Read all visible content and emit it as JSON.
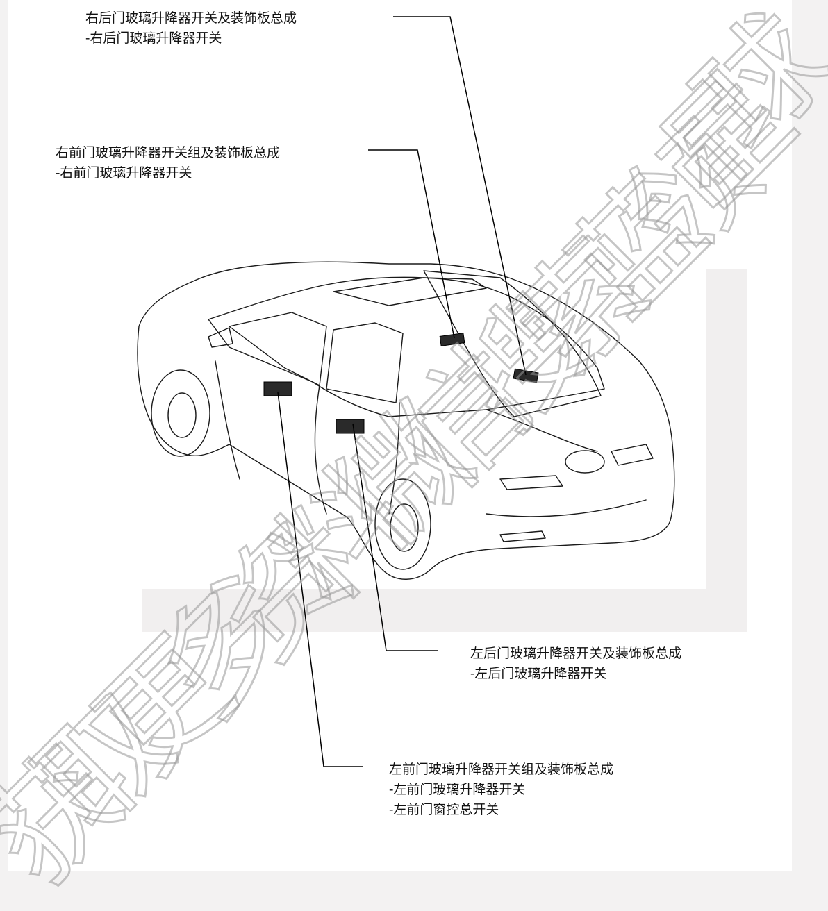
{
  "callouts": {
    "rr": {
      "title": "右后门玻璃升降器开关及装饰板总成",
      "items": [
        "-右后门玻璃升降器开关"
      ]
    },
    "fr": {
      "title": "右前门玻璃升降器开关组及装饰板总成",
      "items": [
        "-右前门玻璃升降器开关"
      ]
    },
    "rl": {
      "title": "左后门玻璃升降器开关及装饰板总成",
      "items": [
        "-左后门玻璃升降器开关"
      ]
    },
    "fl": {
      "title": "左前门玻璃升降器开关组及装饰板总成",
      "items": [
        "-左前门玻璃升降器开关",
        "-左前门窗控总开关"
      ]
    }
  },
  "watermark": {
    "text": "获取更多资料微信搜索蓝领星球",
    "chars": [
      "获",
      "取",
      "更",
      "多",
      "资",
      "料",
      "微",
      "信",
      "搜",
      "索",
      "蓝",
      "领",
      "星",
      "球"
    ]
  },
  "colors": {
    "outer_background": "#f3f2f2",
    "page": "#ffffff",
    "gray_panel": "#f1efef",
    "line": "#111111",
    "watermark_stroke": "#969696"
  }
}
